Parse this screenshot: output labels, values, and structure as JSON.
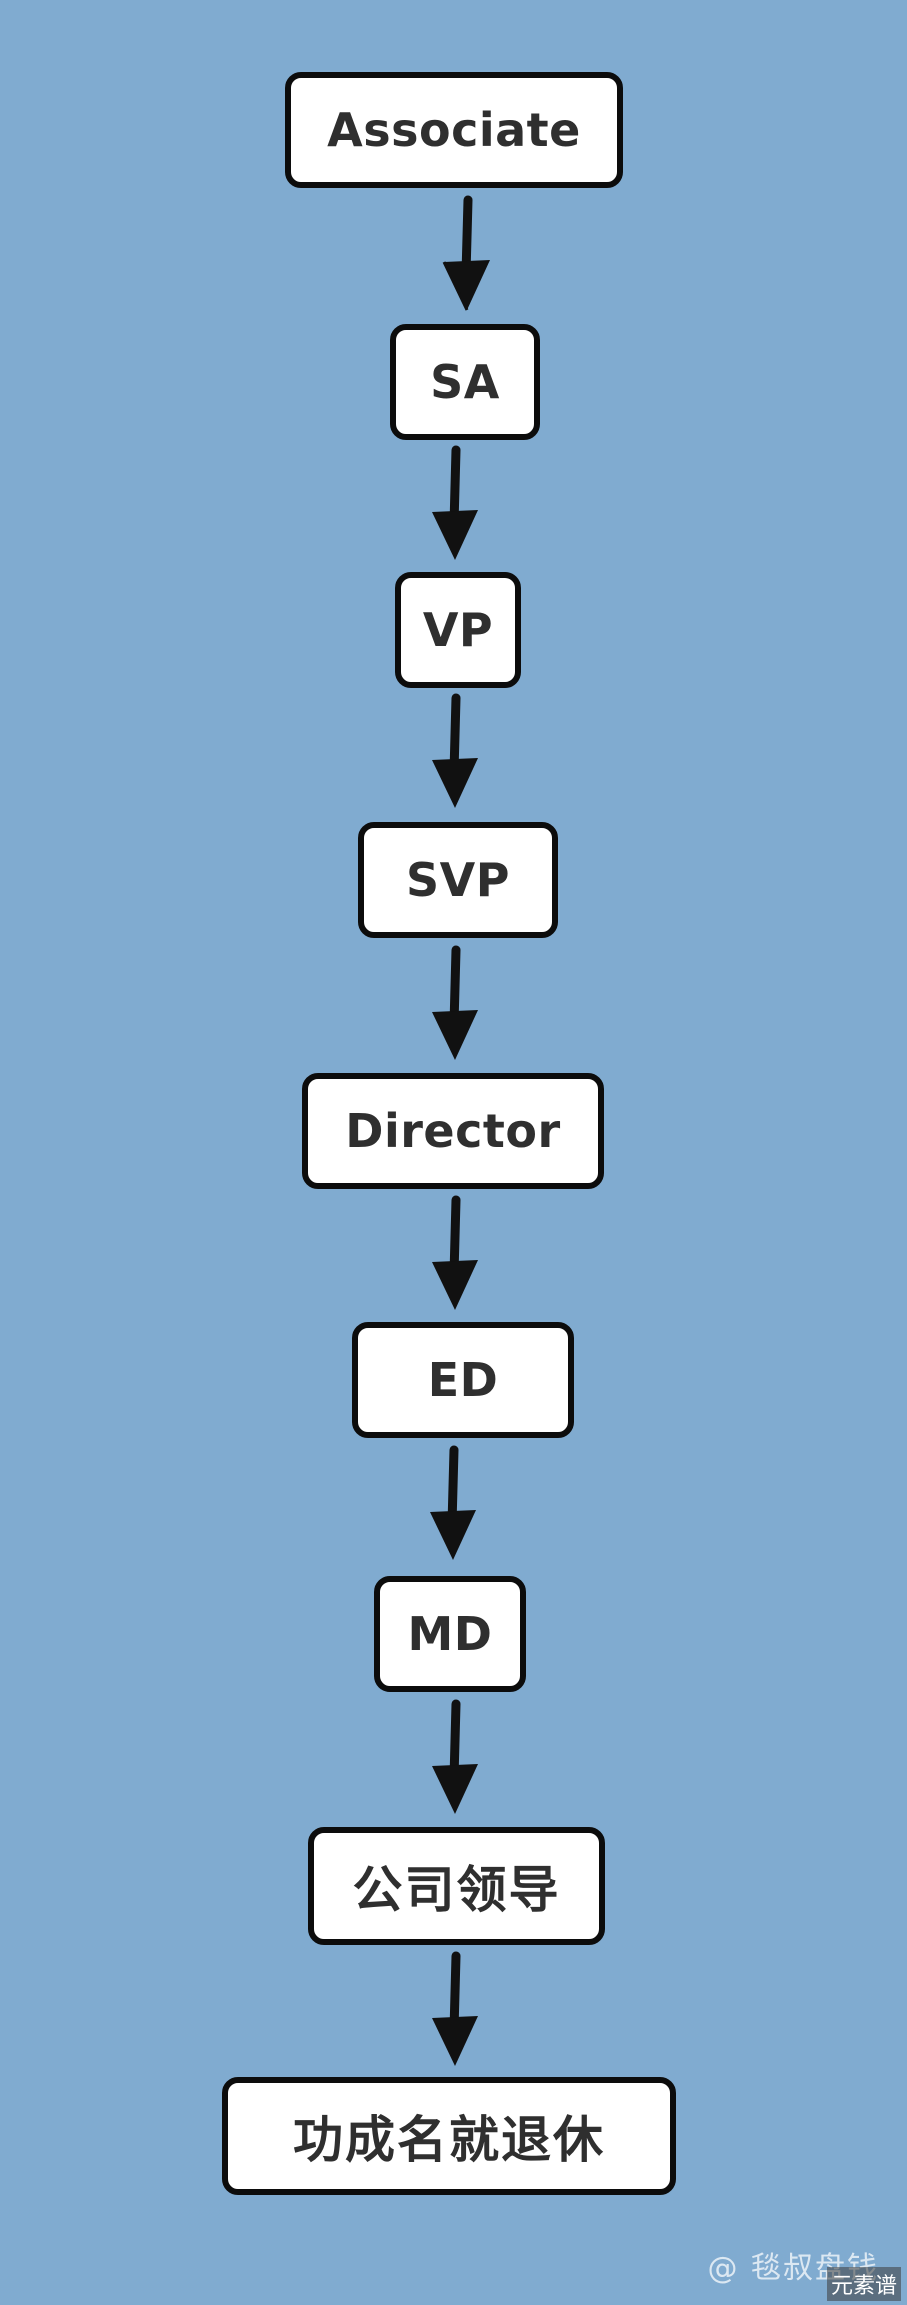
{
  "diagram": {
    "nodes": [
      {
        "id": "n1",
        "label": "Associate"
      },
      {
        "id": "n2",
        "label": "SA"
      },
      {
        "id": "n3",
        "label": "VP"
      },
      {
        "id": "n4",
        "label": "SVP"
      },
      {
        "id": "n5",
        "label": "Director"
      },
      {
        "id": "n6",
        "label": "ED"
      },
      {
        "id": "n7",
        "label": "MD"
      },
      {
        "id": "n8",
        "label": "公司领导"
      },
      {
        "id": "n9",
        "label": "功成名就退休"
      }
    ],
    "edges": [
      {
        "from": "n1",
        "to": "n2"
      },
      {
        "from": "n2",
        "to": "n3"
      },
      {
        "from": "n3",
        "to": "n4"
      },
      {
        "from": "n4",
        "to": "n5"
      },
      {
        "from": "n5",
        "to": "n6"
      },
      {
        "from": "n6",
        "to": "n7"
      },
      {
        "from": "n7",
        "to": "n8"
      },
      {
        "from": "n8",
        "to": "n9"
      }
    ]
  },
  "watermark": "@ 毯叔盘钱",
  "corner_badge": "元素谱"
}
